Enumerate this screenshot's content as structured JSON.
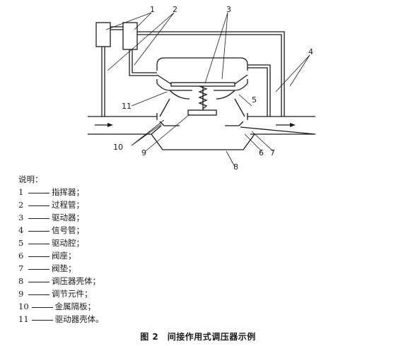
{
  "diagram": {
    "callouts": [
      "1",
      "2",
      "3",
      "4",
      "5",
      "6",
      "7",
      "8",
      "9",
      "10",
      "11"
    ]
  },
  "legend": {
    "heading": "说明：",
    "items": [
      {
        "num": "1",
        "label": "指挥器；"
      },
      {
        "num": "2",
        "label": "过程管；"
      },
      {
        "num": "3",
        "label": "驱动器；"
      },
      {
        "num": "4",
        "label": "信号管；"
      },
      {
        "num": "5",
        "label": "驱动腔；"
      },
      {
        "num": "6",
        "label": "阀座；"
      },
      {
        "num": "7",
        "label": "阀垫；"
      },
      {
        "num": "8",
        "label": "调压器壳体；"
      },
      {
        "num": "9",
        "label": "调节元件；"
      },
      {
        "num": "10",
        "label": "金属隔板；"
      },
      {
        "num": "11",
        "label": "驱动器壳体。"
      }
    ]
  },
  "caption": "图 2　间接作用式调压器示例"
}
